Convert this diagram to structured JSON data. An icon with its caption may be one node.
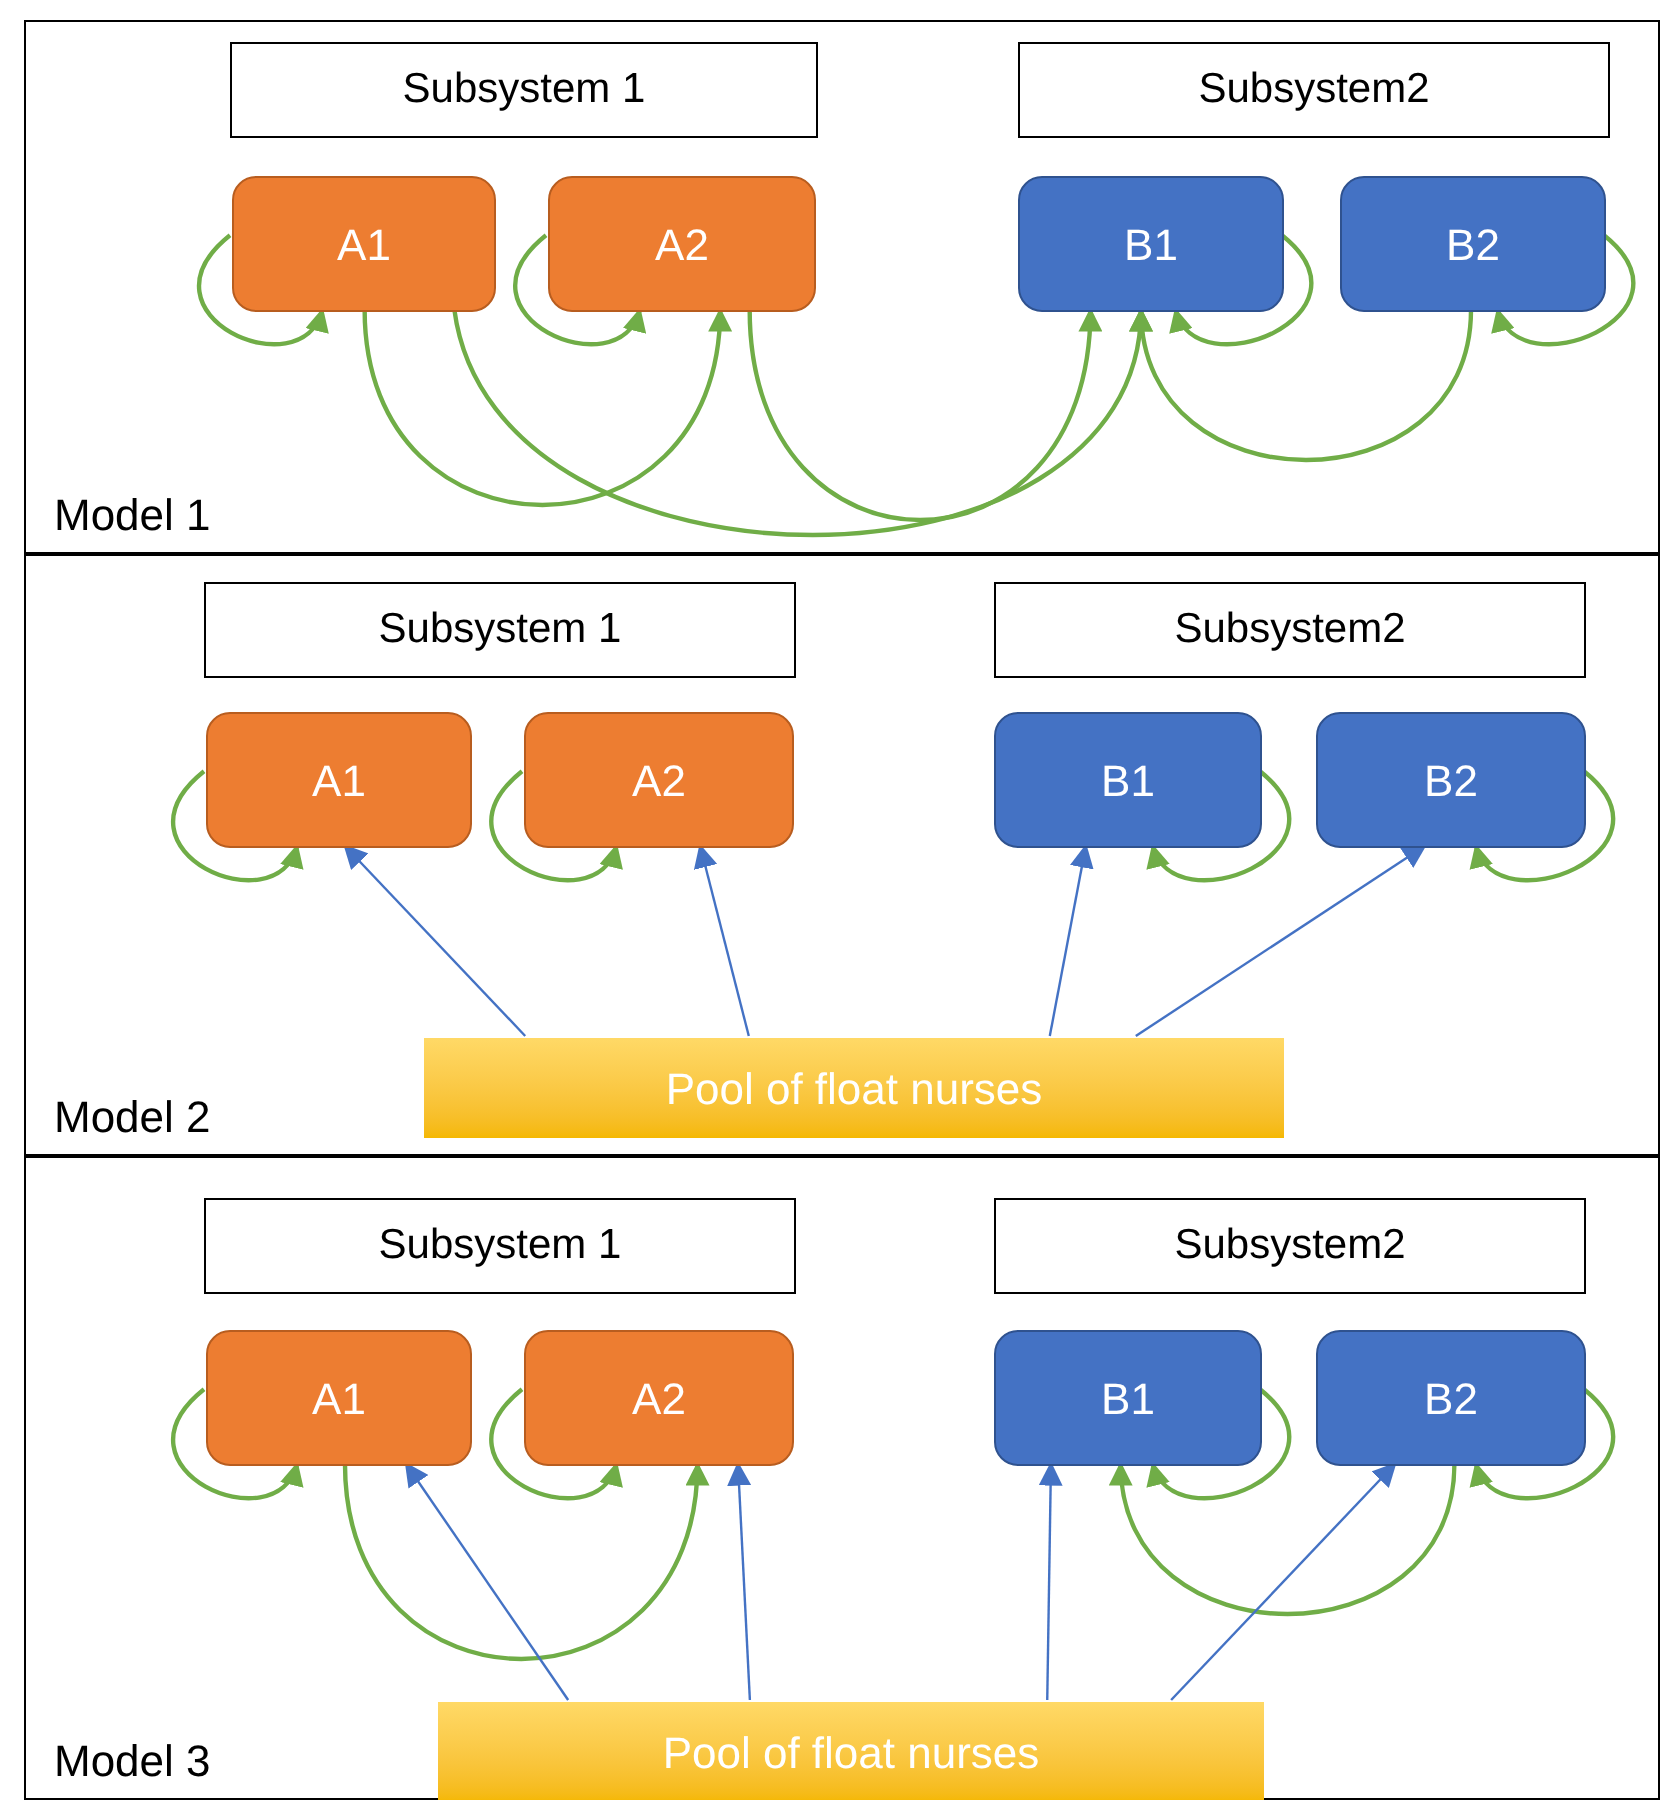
{
  "diagram": {
    "nodes": [
      {
        "text": [
          "Model 1"
        ]
      },
      {
        "text": [
          "Subsystem 1"
        ],
        "in": 0
      },
      {
        "text": [
          "Subsystem2"
        ],
        "in": 0
      },
      {
        "text": [
          "A1"
        ],
        "in": 0
      },
      {
        "text": [
          "A2"
        ],
        "in": 0
      },
      {
        "text": [
          "B1"
        ],
        "in": 0
      },
      {
        "text": [
          "B2"
        ],
        "in": 0
      },
      {
        "text": [
          "Model 2"
        ]
      },
      {
        "text": [
          "Subsystem 1"
        ],
        "in": 7
      },
      {
        "text": [
          "Subsystem2"
        ],
        "in": 7
      },
      {
        "text": [
          "A1"
        ],
        "in": 7
      },
      {
        "text": [
          "A2"
        ],
        "in": 7
      },
      {
        "text": [
          "B1"
        ],
        "in": 7
      },
      {
        "text": [
          "B2"
        ],
        "in": 7
      },
      {
        "text": [
          "Pool of float nurses"
        ],
        "in": 7
      },
      {
        "text": [
          "Model 3"
        ]
      },
      {
        "text": [
          "Subsystem 1"
        ],
        "in": 15
      },
      {
        "text": [
          "Subsystem2"
        ],
        "in": 15
      },
      {
        "text": [
          "A1"
        ],
        "in": 15
      },
      {
        "text": [
          "A2"
        ],
        "in": 15
      },
      {
        "text": [
          "B1"
        ],
        "in": 15
      },
      {
        "text": [
          "B2"
        ],
        "in": 15
      },
      {
        "text": [
          "Pool of float nurses"
        ],
        "in": 15
      }
    ],
    "edges": [
      {
        "from": 3,
        "to": 3,
        "arrow": "to"
      },
      {
        "from": 4,
        "to": 4,
        "arrow": "to"
      },
      {
        "from": 5,
        "to": 5,
        "arrow": "to"
      },
      {
        "from": 6,
        "to": 6,
        "arrow": "to"
      },
      {
        "from": 3,
        "to": 4,
        "arrow": "to"
      },
      {
        "from": 3,
        "to": 5,
        "arrow": "to"
      },
      {
        "from": 4,
        "to": 5,
        "arrow": "to"
      },
      {
        "from": 6,
        "to": 5,
        "arrow": "to"
      },
      {
        "from": 10,
        "to": 10,
        "arrow": "to"
      },
      {
        "from": 11,
        "to": 11,
        "arrow": "to"
      },
      {
        "from": 12,
        "to": 12,
        "arrow": "to"
      },
      {
        "from": 13,
        "to": 13,
        "arrow": "to"
      },
      {
        "from": 14,
        "to": 10,
        "arrow": "to",
        "color": "#4472c4"
      },
      {
        "from": 14,
        "to": 11,
        "arrow": "to",
        "color": "#4472c4"
      },
      {
        "from": 14,
        "to": 12,
        "arrow": "to",
        "color": "#4472c4"
      },
      {
        "from": 14,
        "to": 13,
        "arrow": "to",
        "color": "#4472c4"
      },
      {
        "from": 18,
        "to": 18,
        "arrow": "to"
      },
      {
        "from": 19,
        "to": 19,
        "arrow": "to"
      },
      {
        "from": 20,
        "to": 20,
        "arrow": "to"
      },
      {
        "from": 21,
        "to": 21,
        "arrow": "to"
      },
      {
        "from": 18,
        "to": 19,
        "arrow": "to"
      },
      {
        "from": 21,
        "to": 20,
        "arrow": "to"
      },
      {
        "from": 22,
        "to": 18,
        "arrow": "to",
        "color": "#4472c4"
      },
      {
        "from": 22,
        "to": 19,
        "arrow": "to",
        "color": "#4472c4"
      },
      {
        "from": 22,
        "to": 20,
        "arrow": "to",
        "color": "#4472c4"
      },
      {
        "from": 22,
        "to": 21,
        "arrow": "to",
        "color": "#4472c4"
      }
    ]
  }
}
